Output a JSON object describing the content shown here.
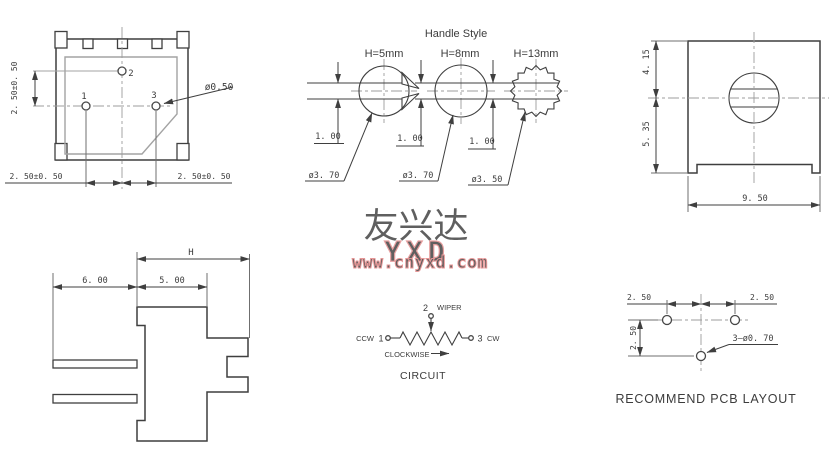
{
  "watermark": {
    "company_cn": "友兴达",
    "company_abbr": "YXD",
    "website": "www.cnyxd.com",
    "color": "#e88f8f"
  },
  "top_view": {
    "pin1": "1",
    "pin2": "2",
    "pin3": "3",
    "dim_pin_vertical": "2. 50±0. 50",
    "dim_pin_left": "2. 50±0. 50",
    "dim_pin_right": "2. 50±0. 50",
    "pin_diameter": "ø0.50"
  },
  "handle_style": {
    "title": "Handle Style",
    "variants": [
      {
        "height": "H=5mm",
        "slot_width": "1. 00",
        "diameter": "ø3. 70"
      },
      {
        "height": "H=8mm",
        "slot_width": "1. 00",
        "diameter": "ø3. 70"
      },
      {
        "height": "H=13mm",
        "slot_width": "1. 00",
        "diameter": "ø3. 50"
      }
    ]
  },
  "front_view": {
    "dim_upper": "4. 15",
    "dim_lower": "5. 35",
    "dim_width": "9. 50"
  },
  "side_view": {
    "dim_height": "H",
    "dim_pin_length": "6. 00",
    "dim_body_width": "5. 00"
  },
  "circuit": {
    "wiper_pin": "2",
    "wiper_label": "WIPER",
    "ccw_label": "CCW",
    "pin1": "1",
    "pin3": "3",
    "cw_label": "CW",
    "rotation_label": "CLOCKWISE",
    "caption": "CIRCUIT"
  },
  "pcb_layout": {
    "dim_left": "2. 50",
    "dim_right": "2. 50",
    "dim_vertical": "2. 50",
    "hole_spec": "3—ø0. 70",
    "caption": "RECOMMEND PCB LAYOUT"
  },
  "colors": {
    "main_line": "#3f3f3f",
    "secondary_line": "#a3a3a3",
    "watermark": "#e88f8f"
  }
}
